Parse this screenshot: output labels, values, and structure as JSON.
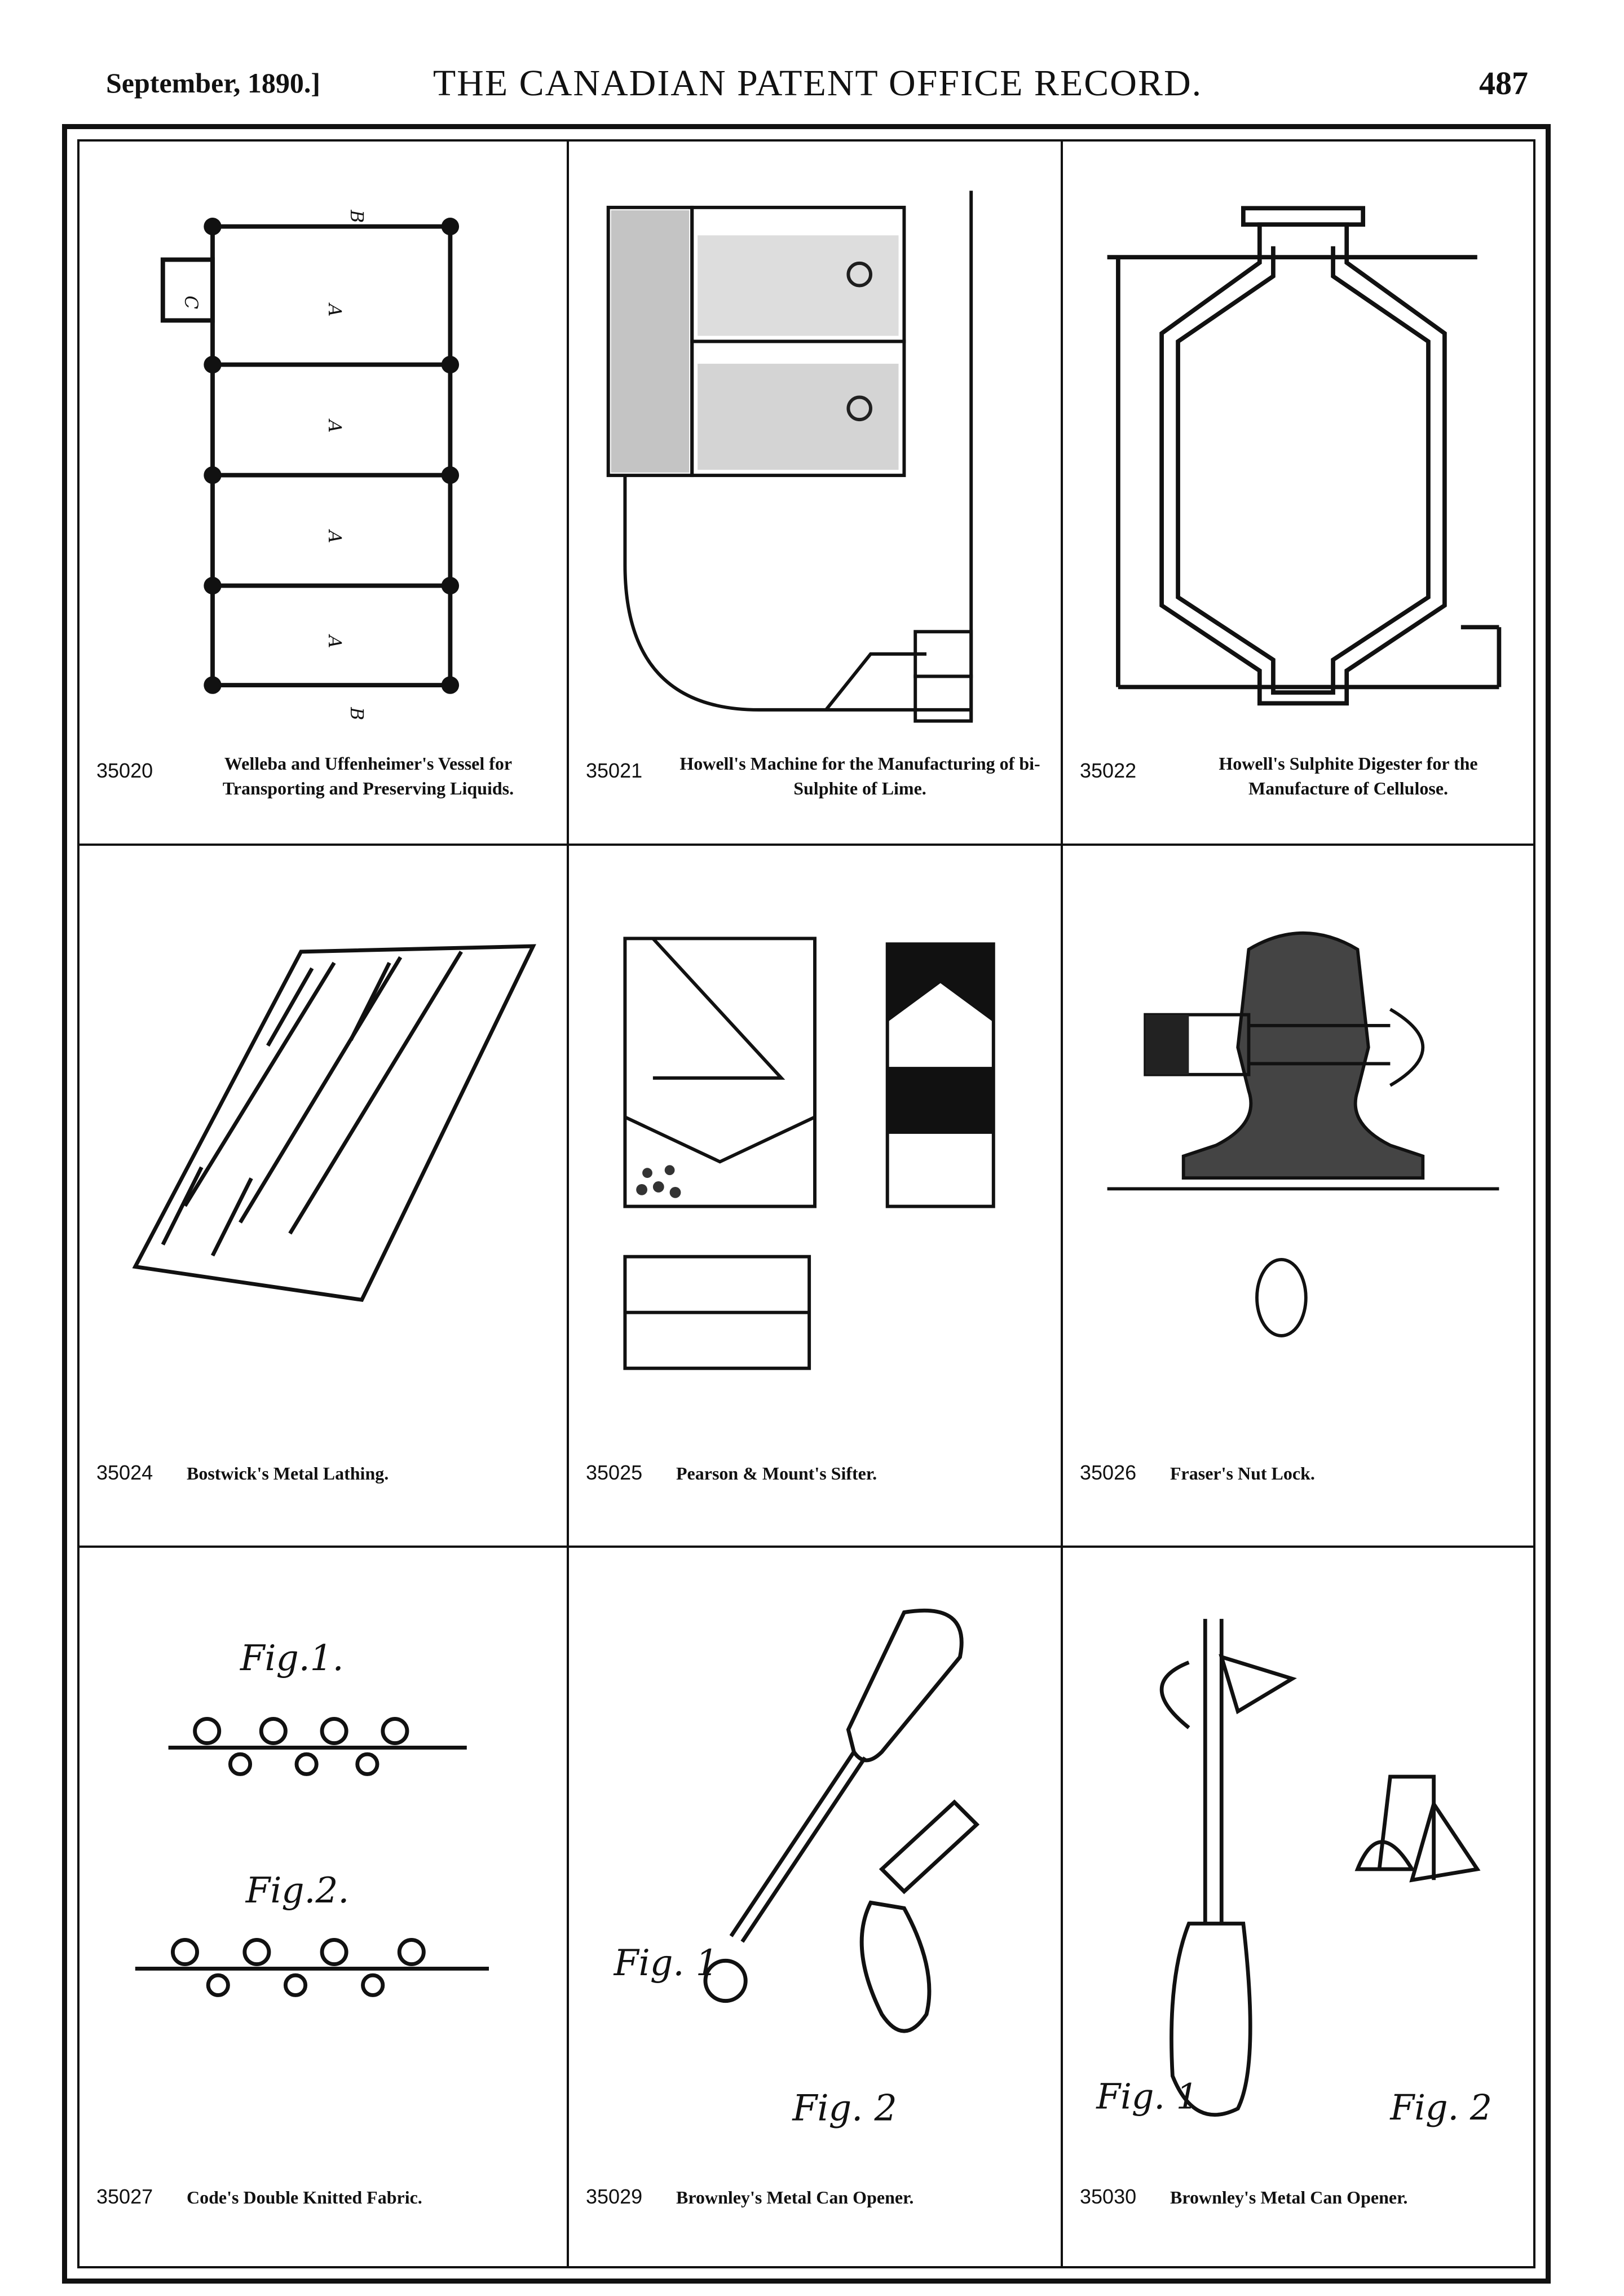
{
  "header": {
    "date": "September, 1890.]",
    "title": "THE CANADIAN PATENT OFFICE RECORD.",
    "page_number": "487"
  },
  "patents": [
    {
      "number": "35020",
      "title": "Welleba and Uffenheimer's Vessel for Transporting and Preserving Liquids."
    },
    {
      "number": "35021",
      "title": "Howell's Machine for the Manufacturing of bi-Sulphite of Lime."
    },
    {
      "number": "35022",
      "title": "Howell's Sulphite Digester for the Manufacture of Cellulose."
    },
    {
      "number": "35024",
      "title": "Bostwick's Metal Lathing."
    },
    {
      "number": "35025",
      "title": "Pearson & Mount's Sifter."
    },
    {
      "number": "35026",
      "title": "Fraser's Nut Lock."
    },
    {
      "number": "35027",
      "title": "Code's Double Knitted Fabric."
    },
    {
      "number": "35029",
      "title": "Brownley's Metal Can Opener."
    },
    {
      "number": "35030",
      "title": "Brownley's Metal Can Opener."
    }
  ],
  "figure_labels": {
    "fig1": "Fig.1.",
    "fig2": "Fig.2.",
    "fig_i": "Fig. 1",
    "fig_ii": "Fig. 2"
  }
}
